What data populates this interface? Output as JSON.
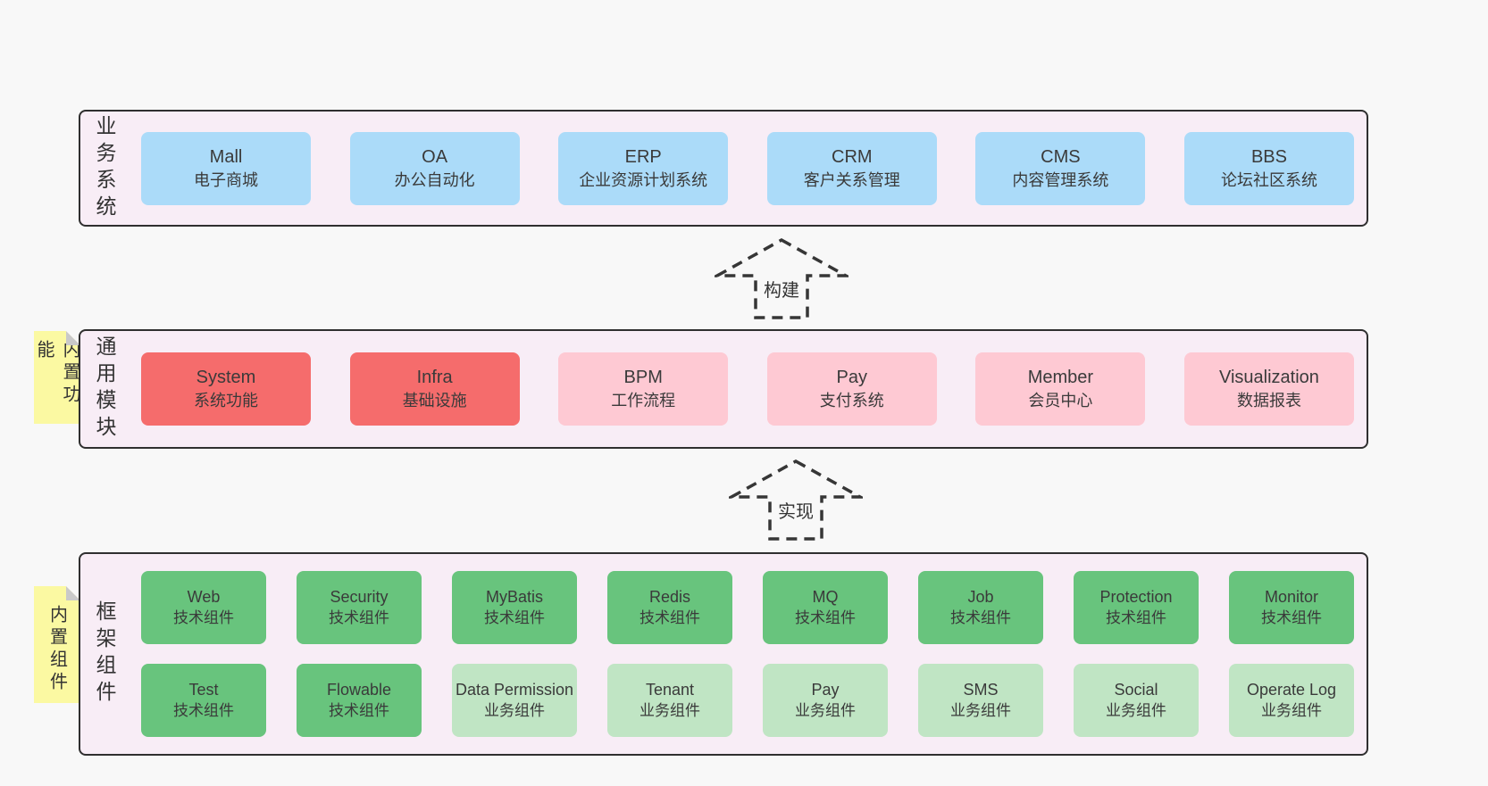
{
  "colors": {
    "page_bg": "#f8f8f8",
    "panel_bg": "#f8edf6",
    "panel_border": "#2f2f2f",
    "blue_box": "#abdbf9",
    "red_box": "#f56c6c",
    "pink_box": "#fec9d3",
    "green_box": "#68c47d",
    "light_green_box": "#c0e5c4",
    "note_bg": "#fbf9a2",
    "note_fold": "#c9c9c9",
    "text": "#3a3a3a"
  },
  "arrows": {
    "build": {
      "label": "构建"
    },
    "implement": {
      "label": "实现"
    }
  },
  "layers": {
    "business": {
      "label": "业务系统",
      "boxes": [
        {
          "name": "Mall",
          "desc": "电子商城",
          "variant": "blue"
        },
        {
          "name": "OA",
          "desc": "办公自动化",
          "variant": "blue"
        },
        {
          "name": "ERP",
          "desc": "企业资源计划系统",
          "variant": "blue"
        },
        {
          "name": "CRM",
          "desc": "客户关系管理",
          "variant": "blue"
        },
        {
          "name": "CMS",
          "desc": "内容管理系统",
          "variant": "blue"
        },
        {
          "name": "BBS",
          "desc": "论坛社区系统",
          "variant": "blue"
        }
      ]
    },
    "modules": {
      "label": "通用模块",
      "note": "内置功能",
      "boxes": [
        {
          "name": "System",
          "desc": "系统功能",
          "variant": "red"
        },
        {
          "name": "Infra",
          "desc": "基础设施",
          "variant": "red"
        },
        {
          "name": "BPM",
          "desc": "工作流程",
          "variant": "pink"
        },
        {
          "name": "Pay",
          "desc": "支付系统",
          "variant": "pink"
        },
        {
          "name": "Member",
          "desc": "会员中心",
          "variant": "pink"
        },
        {
          "name": "Visualization",
          "desc": "数据报表",
          "variant": "pink"
        }
      ]
    },
    "components": {
      "label": "框架组件",
      "note": "内置组件",
      "boxes": [
        {
          "name": "Web",
          "desc": "技术组件",
          "variant": "green"
        },
        {
          "name": "Security",
          "desc": "技术组件",
          "variant": "green"
        },
        {
          "name": "MyBatis",
          "desc": "技术组件",
          "variant": "green"
        },
        {
          "name": "Redis",
          "desc": "技术组件",
          "variant": "green"
        },
        {
          "name": "MQ",
          "desc": "技术组件",
          "variant": "green"
        },
        {
          "name": "Job",
          "desc": "技术组件",
          "variant": "green"
        },
        {
          "name": "Protection",
          "desc": "技术组件",
          "variant": "green"
        },
        {
          "name": "Monitor",
          "desc": "技术组件",
          "variant": "green"
        },
        {
          "name": "Test",
          "desc": "技术组件",
          "variant": "green"
        },
        {
          "name": "Flowable",
          "desc": "技术组件",
          "variant": "green"
        },
        {
          "name": "Data Permission",
          "desc": "业务组件",
          "variant": "lightgreen"
        },
        {
          "name": "Tenant",
          "desc": "业务组件",
          "variant": "lightgreen"
        },
        {
          "name": "Pay",
          "desc": "业务组件",
          "variant": "lightgreen"
        },
        {
          "name": "SMS",
          "desc": "业务组件",
          "variant": "lightgreen"
        },
        {
          "name": "Social",
          "desc": "业务组件",
          "variant": "lightgreen"
        },
        {
          "name": "Operate Log",
          "desc": "业务组件",
          "variant": "lightgreen"
        }
      ]
    }
  }
}
